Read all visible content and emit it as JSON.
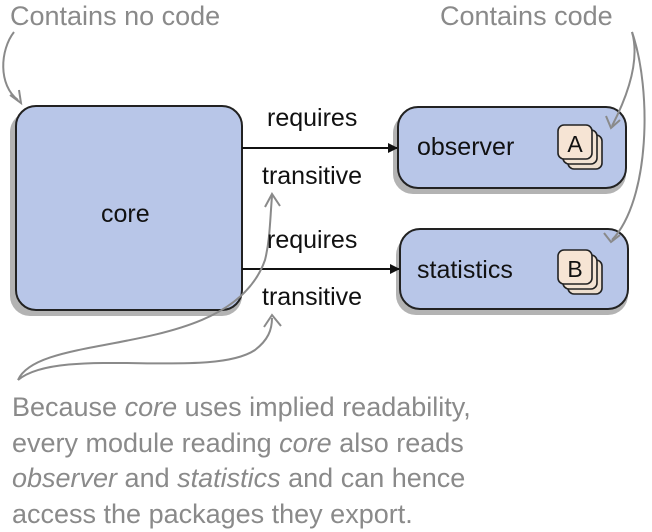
{
  "annotations": {
    "no_code": "Contains no code",
    "code": "Contains code"
  },
  "modules": {
    "core": {
      "label": "core"
    },
    "observer": {
      "label": "observer",
      "package_badge": "A"
    },
    "statistics": {
      "label": "statistics",
      "package_badge": "B"
    }
  },
  "edges": [
    {
      "from": "core",
      "to": "observer",
      "label_top": "requires",
      "label_bottom": "transitive"
    },
    {
      "from": "core",
      "to": "statistics",
      "label_top": "requires",
      "label_bottom": "transitive"
    }
  ],
  "caption": {
    "line1_pre": "Because ",
    "line1_em": "core",
    "line1_post": " uses implied readability,",
    "line2_pre": "every module reading ",
    "line2_em": "core",
    "line2_post": " also reads",
    "line3_em1": "observer",
    "line3_mid": " and ",
    "line3_em2": "statistics",
    "line3_post": " and can hence",
    "line4": "access the packages they export."
  },
  "colors": {
    "module_fill": "#b8c6e8",
    "module_stroke": "#222222",
    "module_shadow": "#b3b3b3",
    "badge_fill": "#f6e4d4",
    "annotation_text": "#8a8a8a",
    "annotation_arrow": "#8a8a8a",
    "edge": "#111111"
  },
  "icons": {
    "package": "stacked-package-icon"
  }
}
